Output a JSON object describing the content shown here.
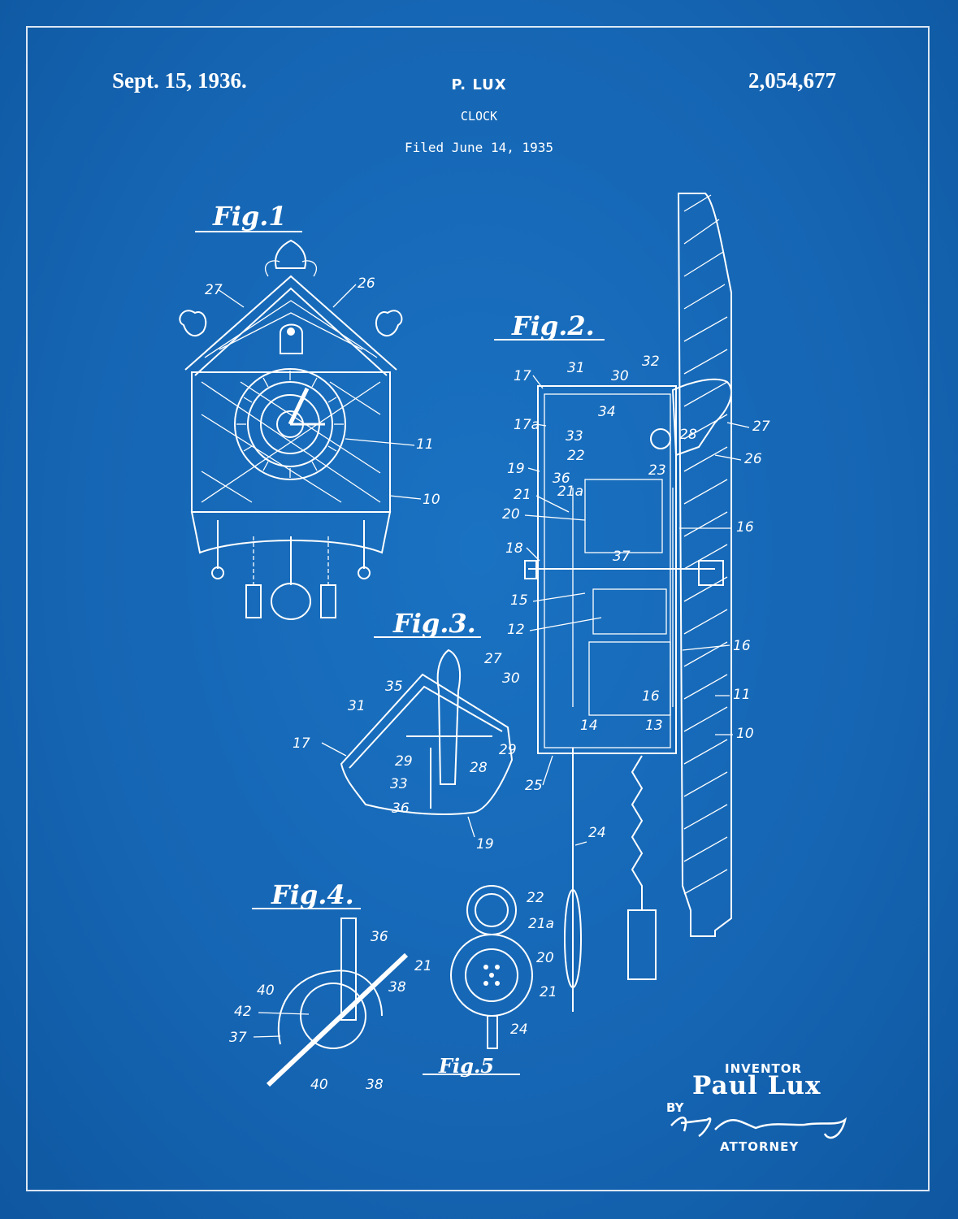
{
  "header": {
    "date": "Sept. 15, 1936.",
    "inventor_name": "P. LUX",
    "title": "CLOCK",
    "filed": "Filed June 14, 1935",
    "patent_number": "2,054,677"
  },
  "figures": {
    "fig1": {
      "label": "Fig.1",
      "refs": [
        "27",
        "26",
        "11",
        "10"
      ]
    },
    "fig2": {
      "label": "Fig.2.",
      "refs": [
        "17",
        "31",
        "30",
        "32",
        "17a",
        "34",
        "33",
        "28",
        "27",
        "22",
        "26",
        "19",
        "36",
        "23",
        "21",
        "21a",
        "20",
        "16",
        "18",
        "37",
        "15",
        "12",
        "16",
        "16",
        "11",
        "14",
        "13",
        "10",
        "25",
        "24"
      ]
    },
    "fig3": {
      "label": "Fig.3.",
      "refs": [
        "27",
        "35",
        "30",
        "31",
        "17",
        "29",
        "29",
        "28",
        "33",
        "36",
        "19"
      ]
    },
    "fig4": {
      "label": "Fig.4.",
      "refs": [
        "36",
        "21",
        "38",
        "40",
        "42",
        "37",
        "40",
        "38"
      ]
    },
    "fig5": {
      "label": "Fig.5",
      "refs": [
        "22",
        "21a",
        "20",
        "21",
        "24"
      ]
    }
  },
  "signature": {
    "inventor_label": "INVENTOR",
    "inventor": "Paul Lux",
    "by_label": "BY",
    "attorney_label": "ATTORNEY"
  },
  "colors": {
    "background": "#1565b3",
    "ink": "#ffffff"
  }
}
